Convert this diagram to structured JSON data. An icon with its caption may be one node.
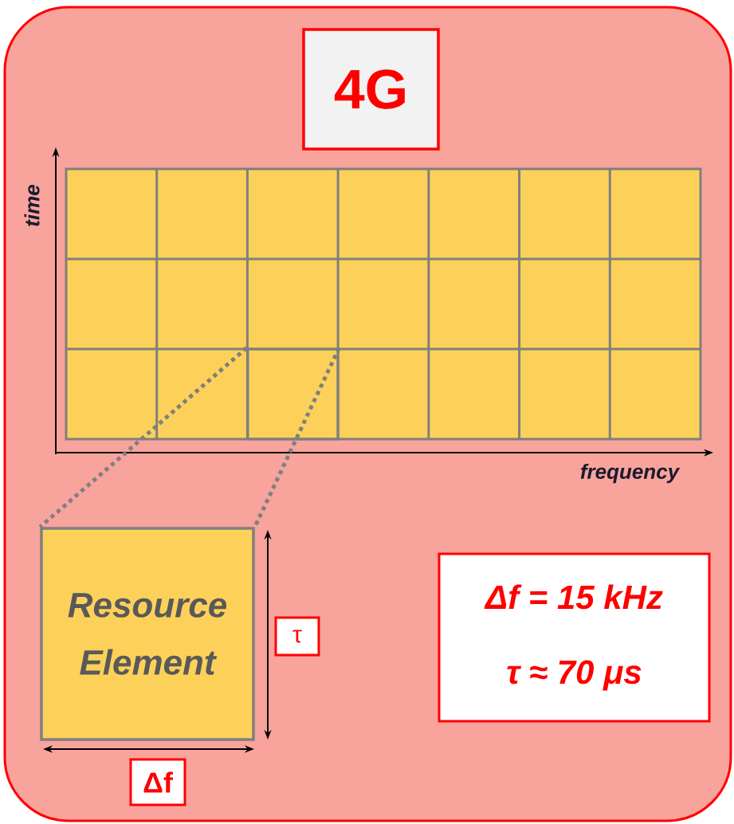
{
  "diagram": {
    "nodes": [
      {
        "text": [],
        "shape": "box"
      },
      {
        "text": [
          "4G"
        ],
        "in": 0
      },
      {
        "text": [],
        "shape": "box",
        "in": 0
      },
      {
        "text": [],
        "shape": "box",
        "in": 2
      },
      {
        "text": [
          "Resource Element"
        ],
        "in": 0
      },
      {
        "text": [
          "τ"
        ],
        "in": 0
      },
      {
        "text": [
          "Δf"
        ],
        "in": 0
      },
      {
        "text": [
          "Δf = 15 kHz",
          "τ ≈ 70 μs"
        ],
        "in": 0
      }
    ],
    "edges": [
      {
        "from": 3,
        "to": 4,
        "arrow": "none",
        "style": "dashed"
      },
      {
        "from": 3,
        "to": 4,
        "arrow": "none",
        "style": "dashed"
      }
    ],
    "labels": [
      "time",
      "frequency"
    ]
  }
}
